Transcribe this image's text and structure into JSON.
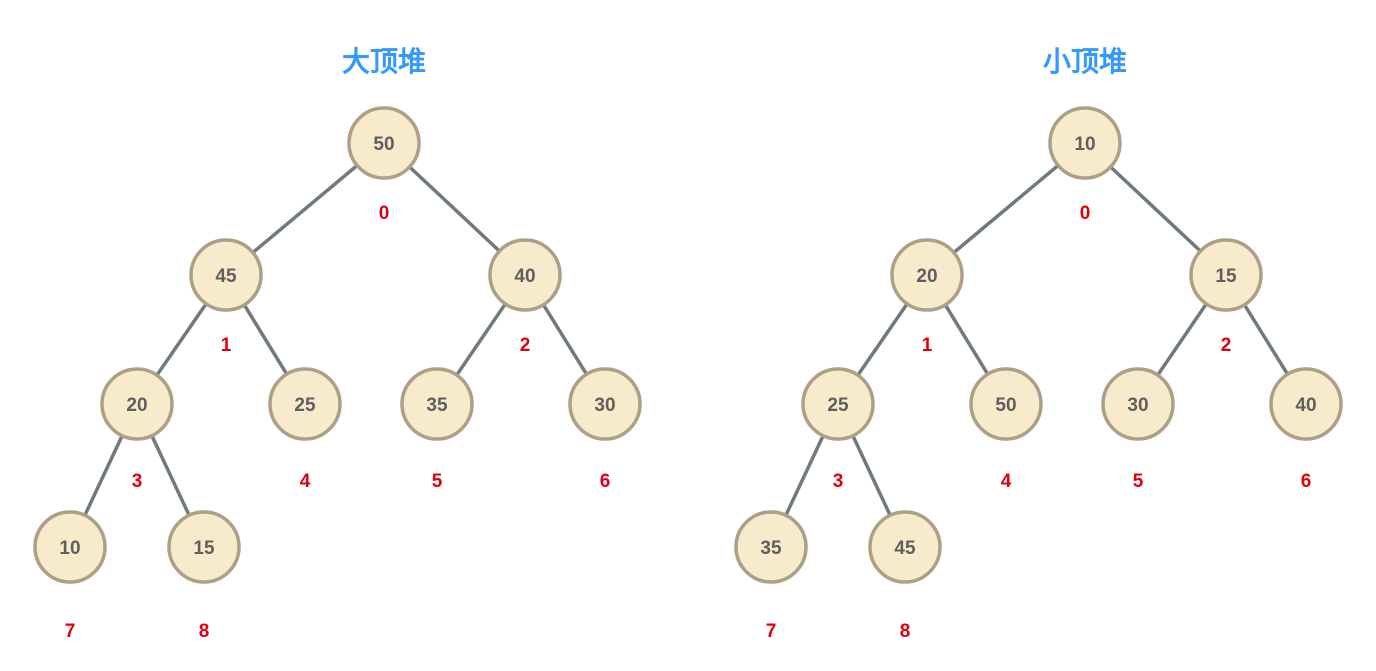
{
  "heaps": [
    {
      "id": "max",
      "title": "大顶堆",
      "values": [
        "50",
        "45",
        "40",
        "20",
        "25",
        "35",
        "30",
        "10",
        "15"
      ],
      "indices": [
        "0",
        "1",
        "2",
        "3",
        "4",
        "5",
        "6",
        "7",
        "8"
      ]
    },
    {
      "id": "min",
      "title": "小顶堆",
      "values": [
        "10",
        "20",
        "15",
        "25",
        "50",
        "30",
        "40",
        "35",
        "45"
      ],
      "indices": [
        "0",
        "1",
        "2",
        "3",
        "4",
        "5",
        "6",
        "7",
        "8"
      ]
    }
  ],
  "colors": {
    "title": "#3399ff",
    "node_fill": "#f8ebcc",
    "node_stroke": "#ae9f87",
    "edge": "#6e7b7a",
    "index": "#e0000f",
    "value": "#5f5f5f"
  }
}
